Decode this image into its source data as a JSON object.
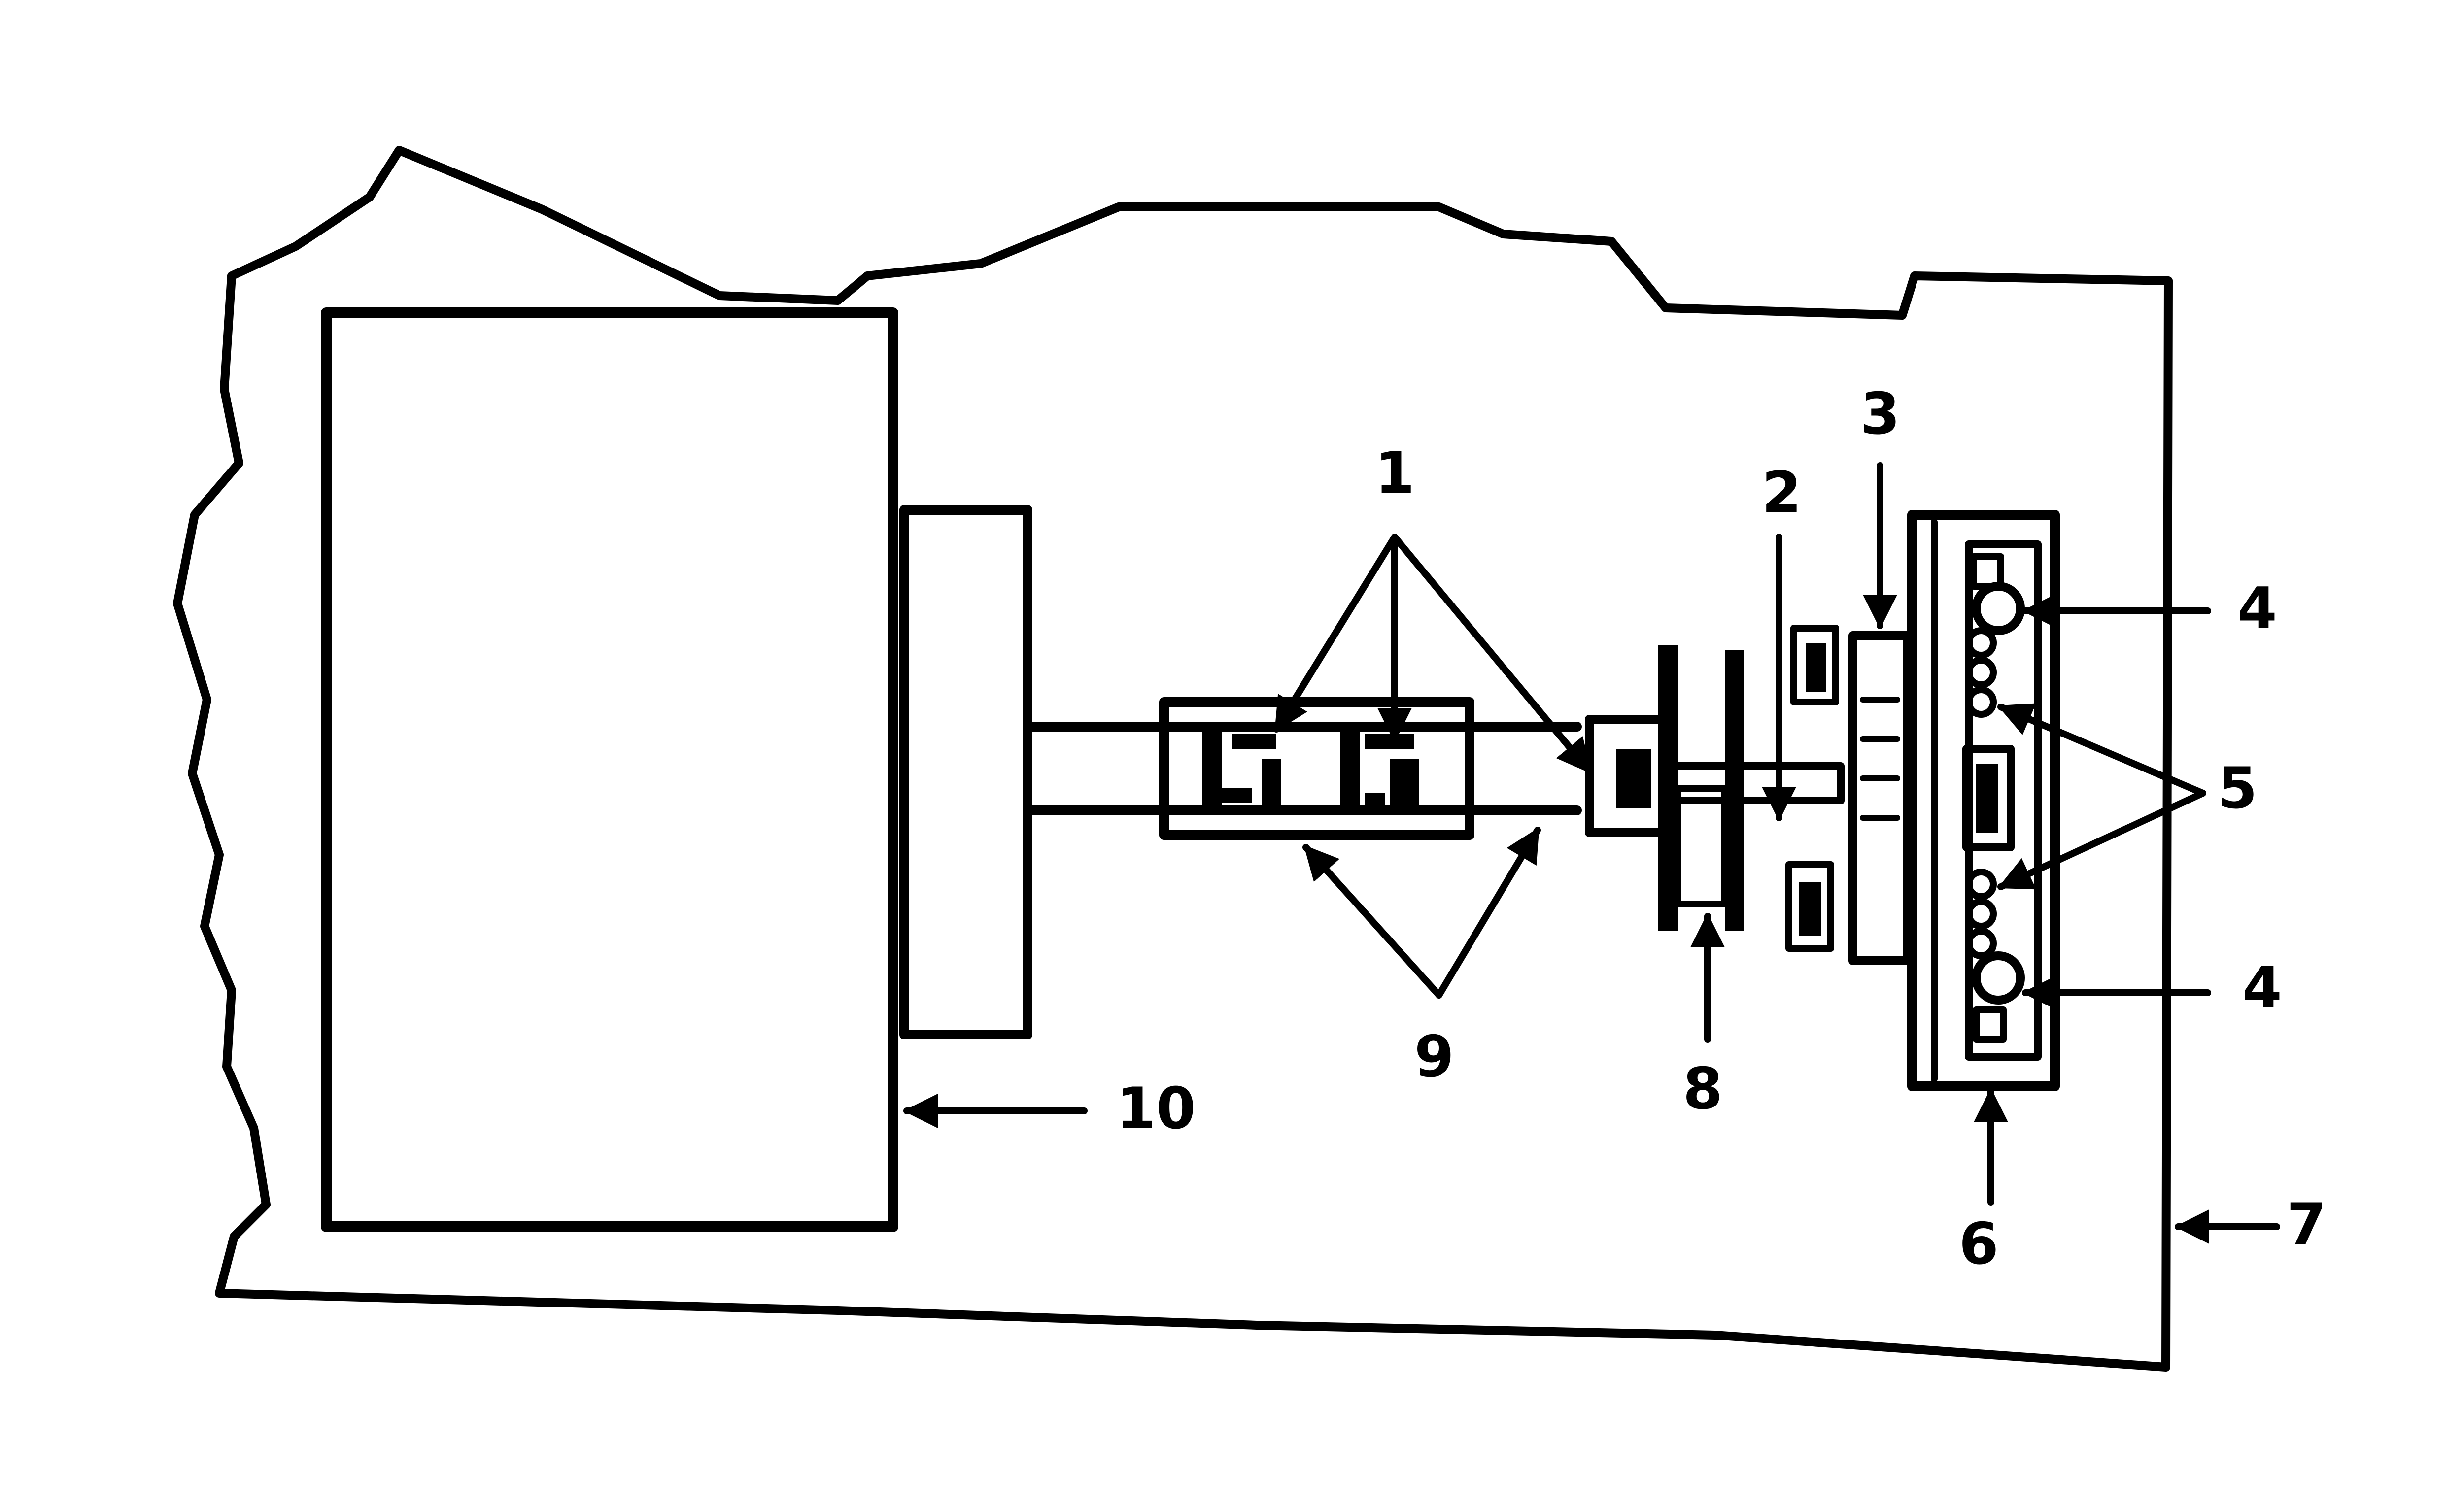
{
  "diagram": {
    "colors": {
      "ink": "#000000",
      "background": "#ffffff"
    },
    "labels": {
      "l1": "1",
      "l2": "2",
      "l3": "3",
      "l4a": "4",
      "l4b": "4",
      "l5": "5",
      "l6": "6",
      "l7": "7",
      "l8": "8",
      "l9": "9",
      "l10": "10"
    }
  }
}
